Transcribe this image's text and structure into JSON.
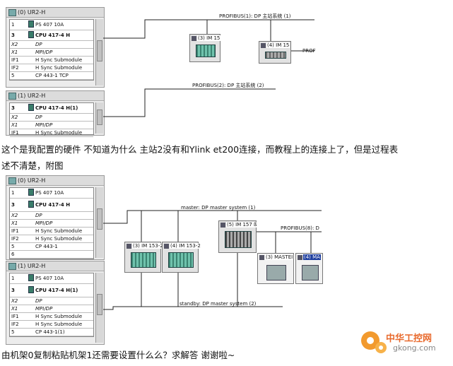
{
  "top": {
    "rack0": {
      "title": "(0) UR2-H",
      "rows": [
        {
          "slot": "1",
          "module": "PS 407 10A"
        },
        {
          "slot": "3",
          "module": "CPU 417-4 H"
        },
        {
          "slot": "X2",
          "module": "DP"
        },
        {
          "slot": "X1",
          "module": "MPI/DP"
        },
        {
          "slot": "IF1",
          "module": "H Sync Submodule"
        },
        {
          "slot": "IF2",
          "module": "H Sync Submodule"
        },
        {
          "slot": "5",
          "module": "CP 443-1 TCP"
        }
      ]
    },
    "rack1": {
      "title": "(1) UR2-H",
      "rows": [
        {
          "slot": "3",
          "module": "CPU 417-4 H(1)"
        },
        {
          "slot": "X2",
          "module": "DP"
        },
        {
          "slot": "X1",
          "module": "MPI/DP"
        },
        {
          "slot": "IF1",
          "module": "H Sync Submodule"
        }
      ]
    },
    "net1_label": "PROFIBUS(1): DP 主站系统 (1)",
    "net2_label": "PROFIBUS(2): DP 主站系统 (2)",
    "dev1": "(3) IM 15",
    "dev2": "(4) IM 15",
    "net_cut": "PROF"
  },
  "question_line1": "这个是我配置的硬件 不知道为什么 主站2没有和Ylink et200连接，而教程上的连接上了，但是过程表",
  "question_line2": "述不清楚，附图",
  "bottom": {
    "rack0": {
      "title": "(0) UR2-H",
      "rows": [
        {
          "slot": "1",
          "module": "PS 407 10A"
        },
        {
          "slot": "3",
          "module": "CPU 417-4 H"
        },
        {
          "slot": "X2",
          "module": "DP"
        },
        {
          "slot": "X1",
          "module": "MPI/DP"
        },
        {
          "slot": "IF1",
          "module": "H Sync Submodule"
        },
        {
          "slot": "IF2",
          "module": "H Sync Submodule"
        },
        {
          "slot": "5",
          "module": "CP 443-1"
        },
        {
          "slot": "6",
          "module": ""
        }
      ]
    },
    "rack1": {
      "title": "(1) UR2-H",
      "rows": [
        {
          "slot": "1",
          "module": "PS 407 10A"
        },
        {
          "slot": "3",
          "module": "CPU 417-4 H(1)"
        },
        {
          "slot": "X2",
          "module": "DP"
        },
        {
          "slot": "X1",
          "module": "MPI/DP"
        },
        {
          "slot": "IF1",
          "module": "H Sync Submodule"
        },
        {
          "slot": "IF2",
          "module": "H Sync Submodule"
        },
        {
          "slot": "5",
          "module": "CP 443-1(1)"
        }
      ]
    },
    "master_label": "master: DP master system (1)",
    "standby_label": "standby: DP master system (2)",
    "profibus8_label": "PROFIBUS(8): D",
    "dev_im153a": "(3) IM 153-2",
    "dev_im153b": "(4) IM 153-2",
    "dev_im157": "(5) IM 157 ß",
    "dev_master": "(3) MASTEI",
    "dev_ma": "(4) MA"
  },
  "question_line3": "由机架0复制粘贴机架1还需要设置什么么？求解答 谢谢啦~",
  "watermark": {
    "brand": "中华工控网",
    "url": "gkong.com"
  }
}
